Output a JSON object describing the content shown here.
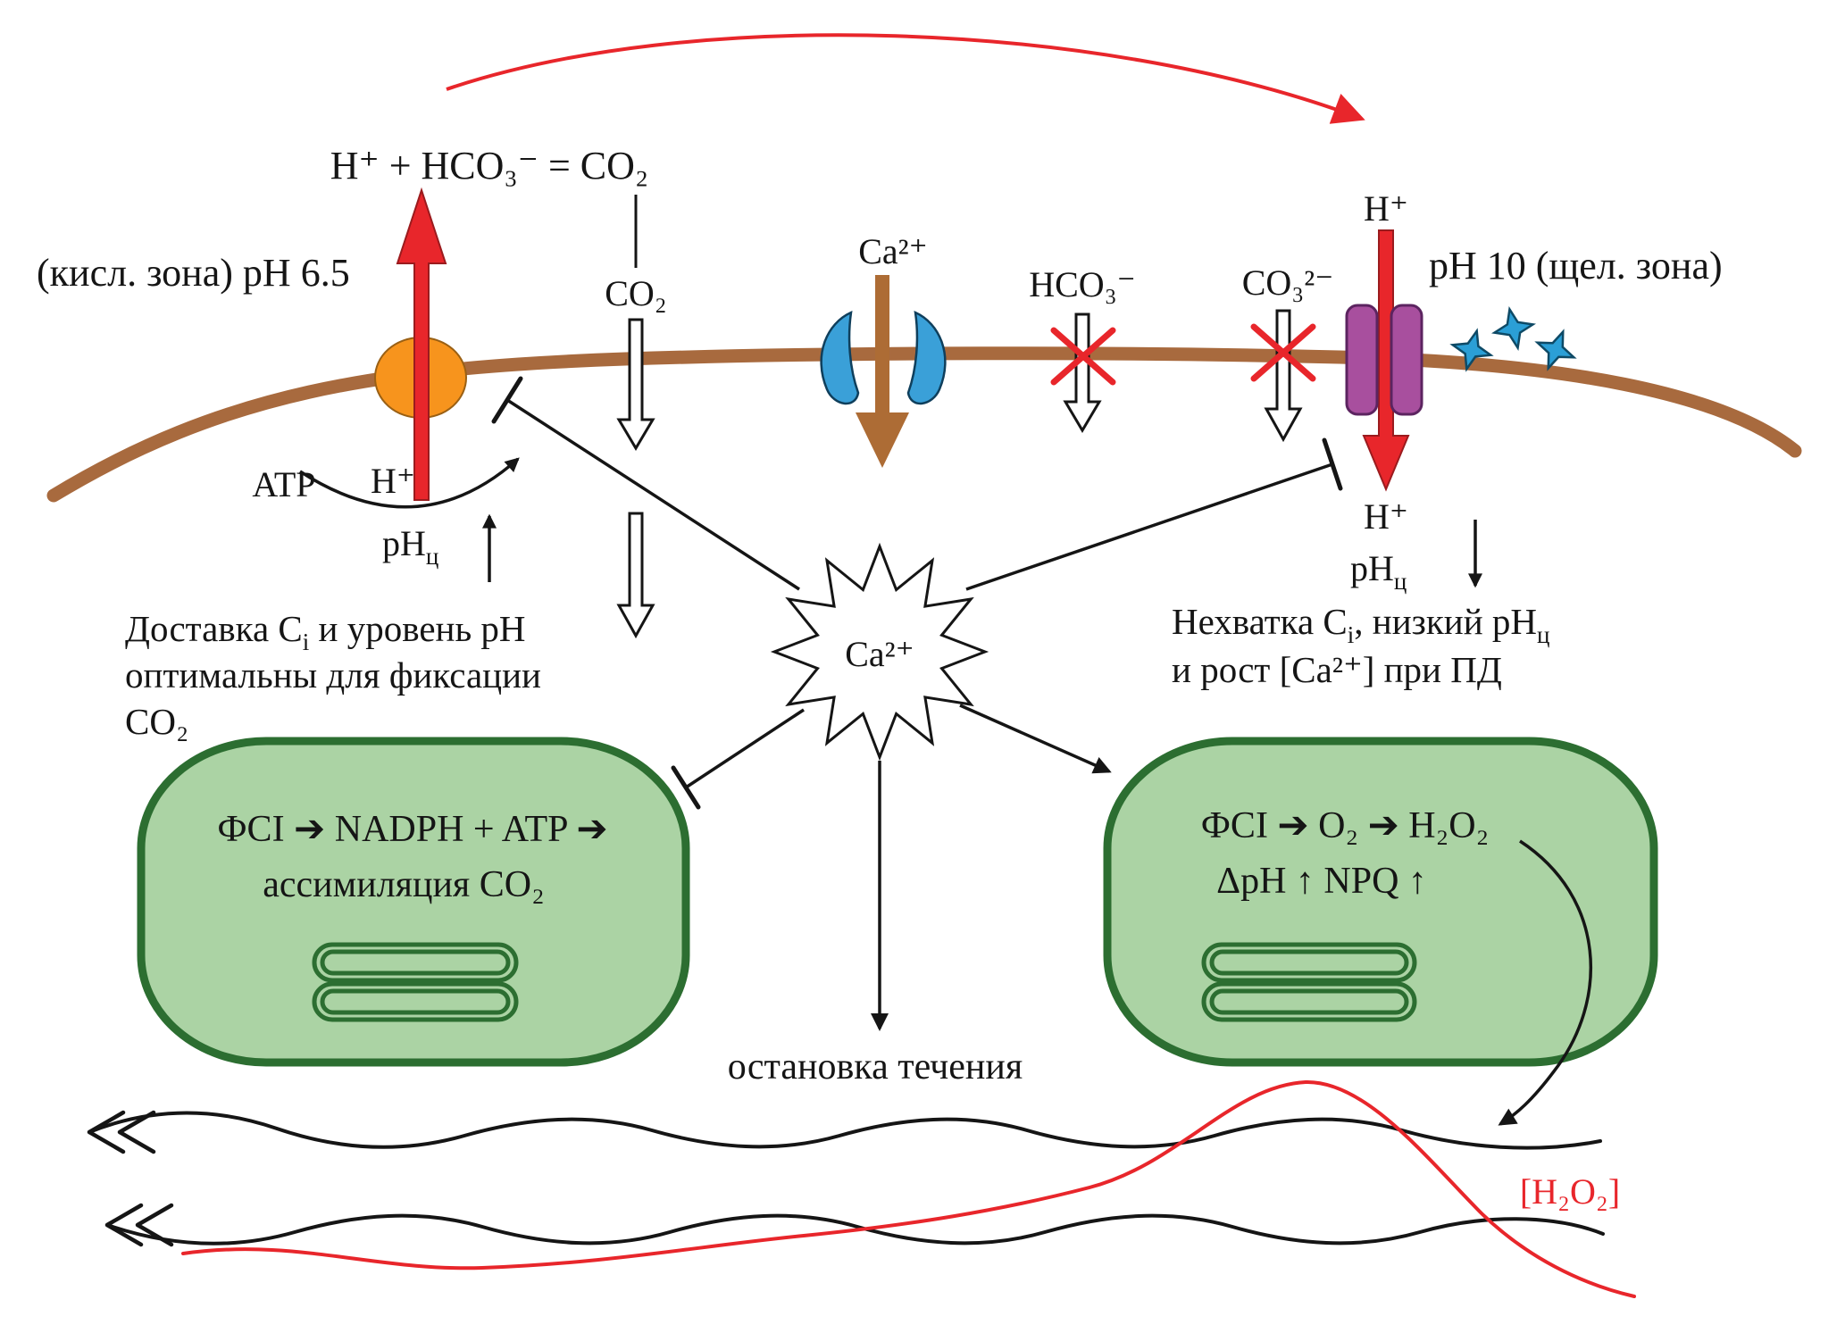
{
  "colors": {
    "membrane_brown": "#A86A3E",
    "arrow_red": "#E8262B",
    "pump_orange": "#F7941D",
    "channel_blue": "#3AA0D8",
    "channel_purple": "#A84F9E",
    "chloroplast_fill": "#ABD3A4",
    "chloroplast_border": "#2C6E31",
    "ink": "#151515"
  },
  "labels": {
    "reaction_formula": "H⁺ + HCO₃⁻ = CO₂",
    "acid_zone": "(кисл. зона) pH 6.5",
    "alkaline_zone": "pH 10 (щел. зона)",
    "co2": "CO₂",
    "ca2plus": "Ca²⁺",
    "hco3": "HCO₃⁻",
    "co3": "CO₃²⁻",
    "atp": "ATP",
    "h_plus_pump": "H⁺",
    "h_plus_channel_top": "H⁺",
    "h_plus_channel_bottom": "H⁺",
    "ph": "pH",
    "ph_sub": "ц",
    "ca_burst": "Ca²⁺",
    "stop_flow": "остановка течения",
    "h2o2_wave": "[H₂O₂]"
  },
  "notes": {
    "left": {
      "line1_a": "Доставка C",
      "line1_sub": "i",
      "line1_b": " и уровень pH",
      "line2": "оптимальны для фиксации",
      "line3": "CO₂"
    },
    "right": {
      "line1_a": "Нехватка C",
      "line1_sub": "i",
      "line1_b": ", низкий pH",
      "line1_sub2": "ц",
      "line2": "и рост [Ca²⁺] при ПД"
    }
  },
  "chloroplast_left": {
    "line1": "ФСI ➔ NADPH + ATP ➔",
    "line2": "ассимиляция CO₂"
  },
  "chloroplast_right": {
    "line1": "ФСI ➔ O₂ ➔ H₂O₂",
    "line2": "ΔpH ↑  NPQ ↑"
  }
}
